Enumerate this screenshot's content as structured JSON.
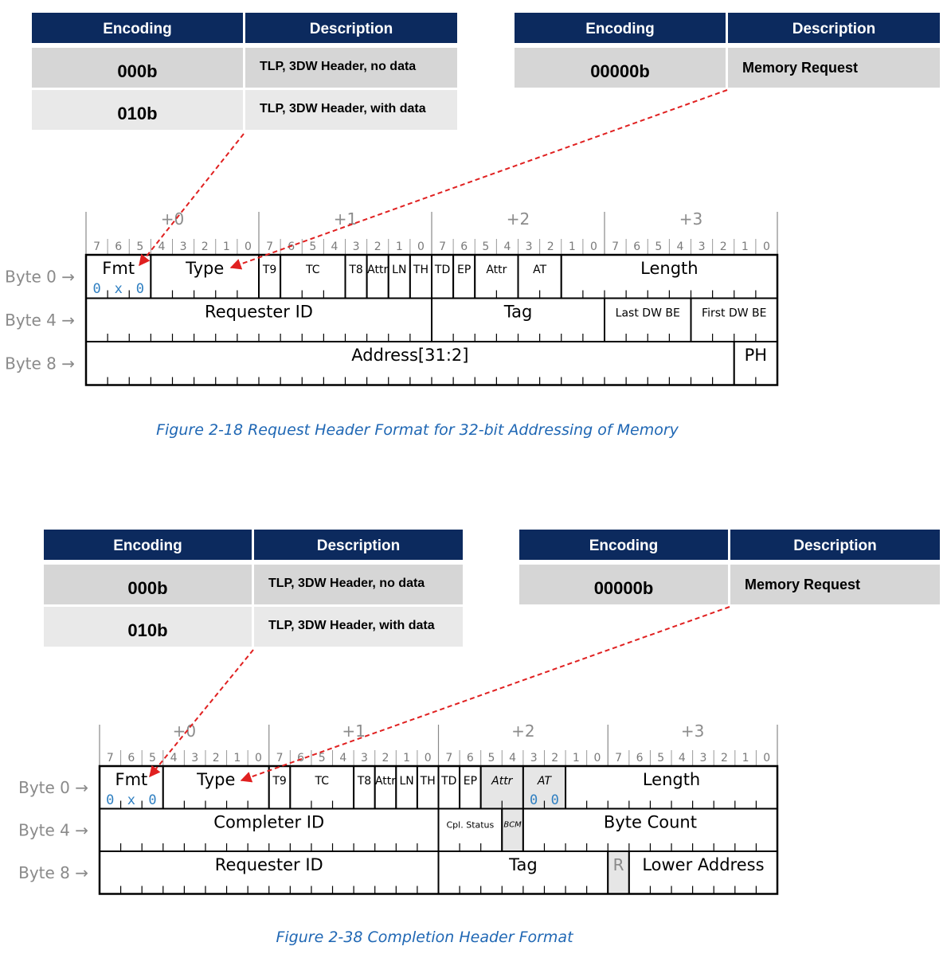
{
  "colors": {
    "header_bg": "#0c2a5e",
    "row_dark": "#d6d6d6",
    "row_light": "#e9e9e9",
    "arrow": "#e02020",
    "caption": "#1f67b4",
    "reserved_fill": "#e6e6e6",
    "value_blue": "#2f7fc1"
  },
  "fig1": {
    "fmt_table": {
      "headers": [
        "Encoding",
        "Description"
      ],
      "rows": [
        {
          "encoding": "000b",
          "description": "TLP, 3DW Header, no data"
        },
        {
          "encoding": "010b",
          "description": "TLP, 3DW Header, with data"
        }
      ]
    },
    "type_table": {
      "headers": [
        "Encoding",
        "Description"
      ],
      "rows": [
        {
          "encoding": "00000b",
          "description": "Memory Request"
        }
      ]
    },
    "byte_offsets": [
      "+0",
      "+1",
      "+2",
      "+3"
    ],
    "bit_numbers": [
      "7",
      "6",
      "5",
      "4",
      "3",
      "2",
      "1",
      "0"
    ],
    "row_labels": [
      "Byte 0 →",
      "Byte 4 →",
      "Byte 8 →"
    ],
    "rows": [
      {
        "fields": [
          {
            "label": "Fmt",
            "start": 0,
            "end": 3,
            "value": "0x0"
          },
          {
            "label": "Type",
            "start": 3,
            "end": 8
          },
          {
            "label": "T9",
            "start": 8,
            "end": 9
          },
          {
            "label": "TC",
            "start": 9,
            "end": 12
          },
          {
            "label": "T8",
            "start": 12,
            "end": 13
          },
          {
            "label": "Attr",
            "start": 13,
            "end": 14
          },
          {
            "label": "LN",
            "start": 14,
            "end": 15
          },
          {
            "label": "TH",
            "start": 15,
            "end": 16
          },
          {
            "label": "TD",
            "start": 16,
            "end": 17
          },
          {
            "label": "EP",
            "start": 17,
            "end": 18
          },
          {
            "label": "Attr",
            "start": 18,
            "end": 20
          },
          {
            "label": "AT",
            "start": 20,
            "end": 22
          },
          {
            "label": "Length",
            "start": 22,
            "end": 32
          }
        ]
      },
      {
        "fields": [
          {
            "label": "Requester ID",
            "start": 0,
            "end": 16
          },
          {
            "label": "Tag",
            "start": 16,
            "end": 24
          },
          {
            "label": "Last DW BE",
            "start": 24,
            "end": 28
          },
          {
            "label": "First DW BE",
            "start": 28,
            "end": 32
          }
        ]
      },
      {
        "fields": [
          {
            "label": "Address[31:2]",
            "start": 0,
            "end": 30
          },
          {
            "label": "PH",
            "start": 30,
            "end": 32
          }
        ]
      }
    ],
    "caption": "Figure  2-18  Request Header Format for 32-bit Addressing of Memory"
  },
  "fig2": {
    "fmt_table": {
      "headers": [
        "Encoding",
        "Description"
      ],
      "rows": [
        {
          "encoding": "000b",
          "description": "TLP, 3DW Header, no data"
        },
        {
          "encoding": "010b",
          "description": "TLP, 3DW Header, with data"
        }
      ]
    },
    "type_table": {
      "headers": [
        "Encoding",
        "Description"
      ],
      "rows": [
        {
          "encoding": "00000b",
          "description": "Memory Request"
        }
      ]
    },
    "byte_offsets": [
      "+0",
      "+1",
      "+2",
      "+3"
    ],
    "bit_numbers": [
      "7",
      "6",
      "5",
      "4",
      "3",
      "2",
      "1",
      "0"
    ],
    "row_labels": [
      "Byte 0 →",
      "Byte 4 →",
      "Byte 8 →"
    ],
    "rows": [
      {
        "fields": [
          {
            "label": "Fmt",
            "start": 0,
            "end": 3,
            "value": "0x0"
          },
          {
            "label": "Type",
            "start": 3,
            "end": 8
          },
          {
            "label": "T9",
            "start": 8,
            "end": 9
          },
          {
            "label": "TC",
            "start": 9,
            "end": 12
          },
          {
            "label": "T8",
            "start": 12,
            "end": 13
          },
          {
            "label": "Attr",
            "start": 13,
            "end": 14
          },
          {
            "label": "LN",
            "start": 14,
            "end": 15
          },
          {
            "label": "TH",
            "start": 15,
            "end": 16
          },
          {
            "label": "TD",
            "start": 16,
            "end": 17
          },
          {
            "label": "EP",
            "start": 17,
            "end": 18
          },
          {
            "label": "Attr",
            "start": 18,
            "end": 20,
            "shaded": true,
            "italic": true
          },
          {
            "label": "AT",
            "start": 20,
            "end": 22,
            "shaded": true,
            "italic": true,
            "value": "00"
          },
          {
            "label": "Length",
            "start": 22,
            "end": 32
          }
        ]
      },
      {
        "fields": [
          {
            "label": "Completer ID",
            "start": 0,
            "end": 16
          },
          {
            "label": "Cpl. Status",
            "start": 16,
            "end": 19
          },
          {
            "label": "BCM",
            "start": 19,
            "end": 20,
            "shaded": true,
            "italic": true
          },
          {
            "label": "Byte Count",
            "start": 20,
            "end": 32
          }
        ]
      },
      {
        "fields": [
          {
            "label": "Requester ID",
            "start": 0,
            "end": 16
          },
          {
            "label": "Tag",
            "start": 16,
            "end": 24
          },
          {
            "label": "R",
            "start": 24,
            "end": 25,
            "shaded": true,
            "gray": true
          },
          {
            "label": "Lower Address",
            "start": 25,
            "end": 32
          }
        ]
      }
    ],
    "caption": "Figure  2-38  Completion Header Format"
  }
}
